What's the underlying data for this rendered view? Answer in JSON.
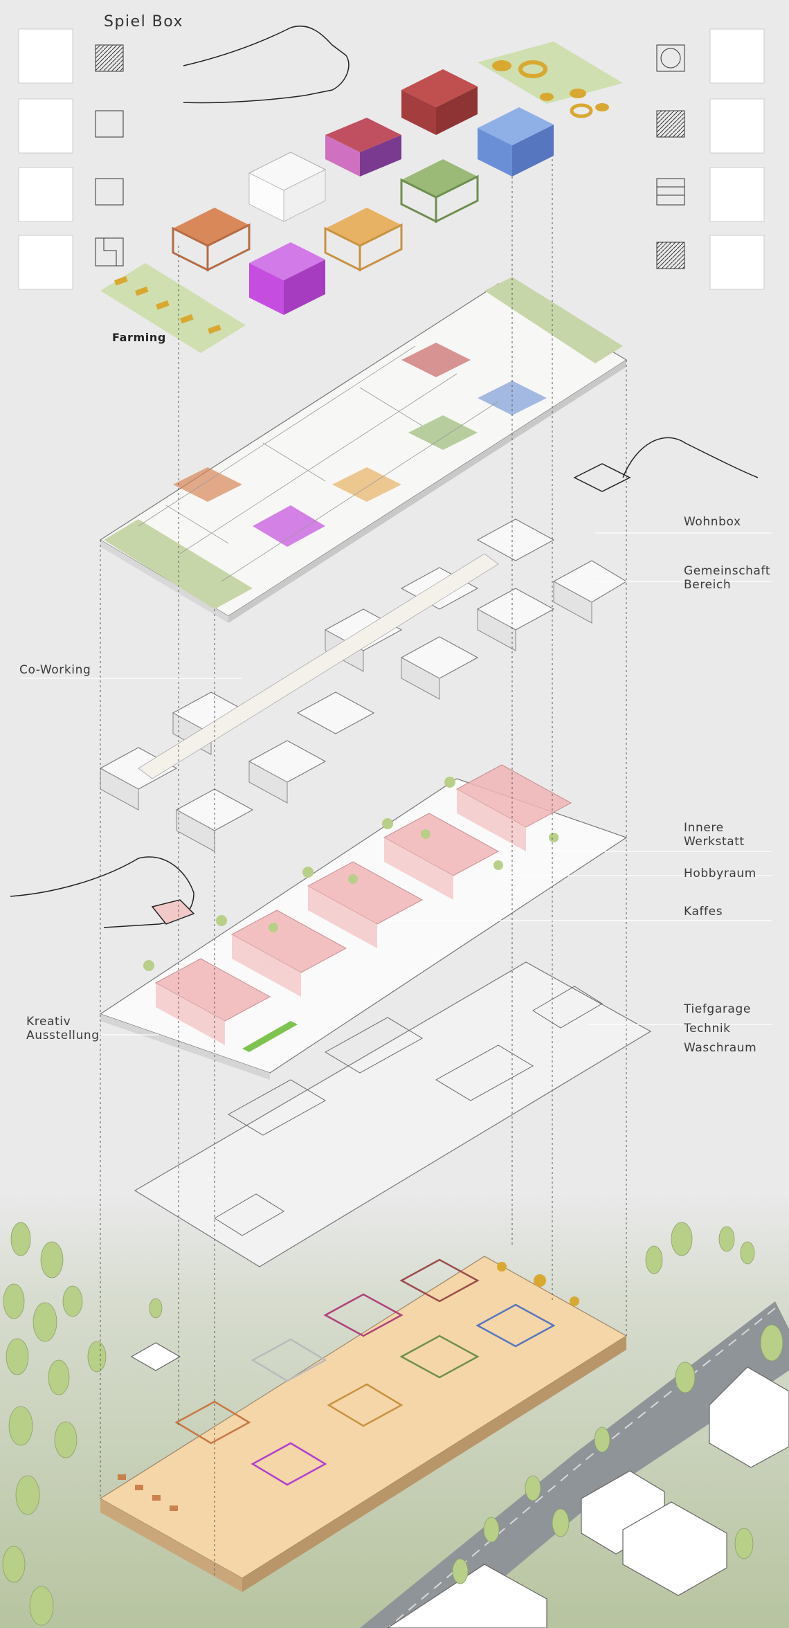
{
  "title": "Spiel Box",
  "labels": {
    "farming": "Farming",
    "wohnbox": "Wohnbox",
    "gemeinschaft": "Gemeinschaft\nBereich",
    "coworking": "Co-Working",
    "werkstatt": "Innere\nWerkstatt",
    "hobbyraum": "Hobbyraum",
    "kaffes": "Kaffes",
    "kreativ": "Kreativ\nAusstellung",
    "tiefgarage": "Tiefgarage",
    "technik": "Technik",
    "waschraum": "Waschraum"
  },
  "colors": {
    "background": "#eaeaeb",
    "orange": "#d9885a",
    "magenta": "#c54ee0",
    "red": "#b94a4a",
    "blue": "#6b8fd6",
    "green": "#8fae6a",
    "yellow": "#d9a830",
    "pink": "#f2b6b8",
    "roof": "#f5d6a8",
    "lawn": "#c7d6a9",
    "tree": "#b8cf88"
  },
  "icons": {
    "left": [
      "ramp-icon",
      "hatch-icon",
      "slat-icon",
      "square-icon",
      "stepped-icon"
    ],
    "right": [
      "circles-icon",
      "diamond-icon",
      "lines-icon",
      "grid-icon"
    ]
  }
}
